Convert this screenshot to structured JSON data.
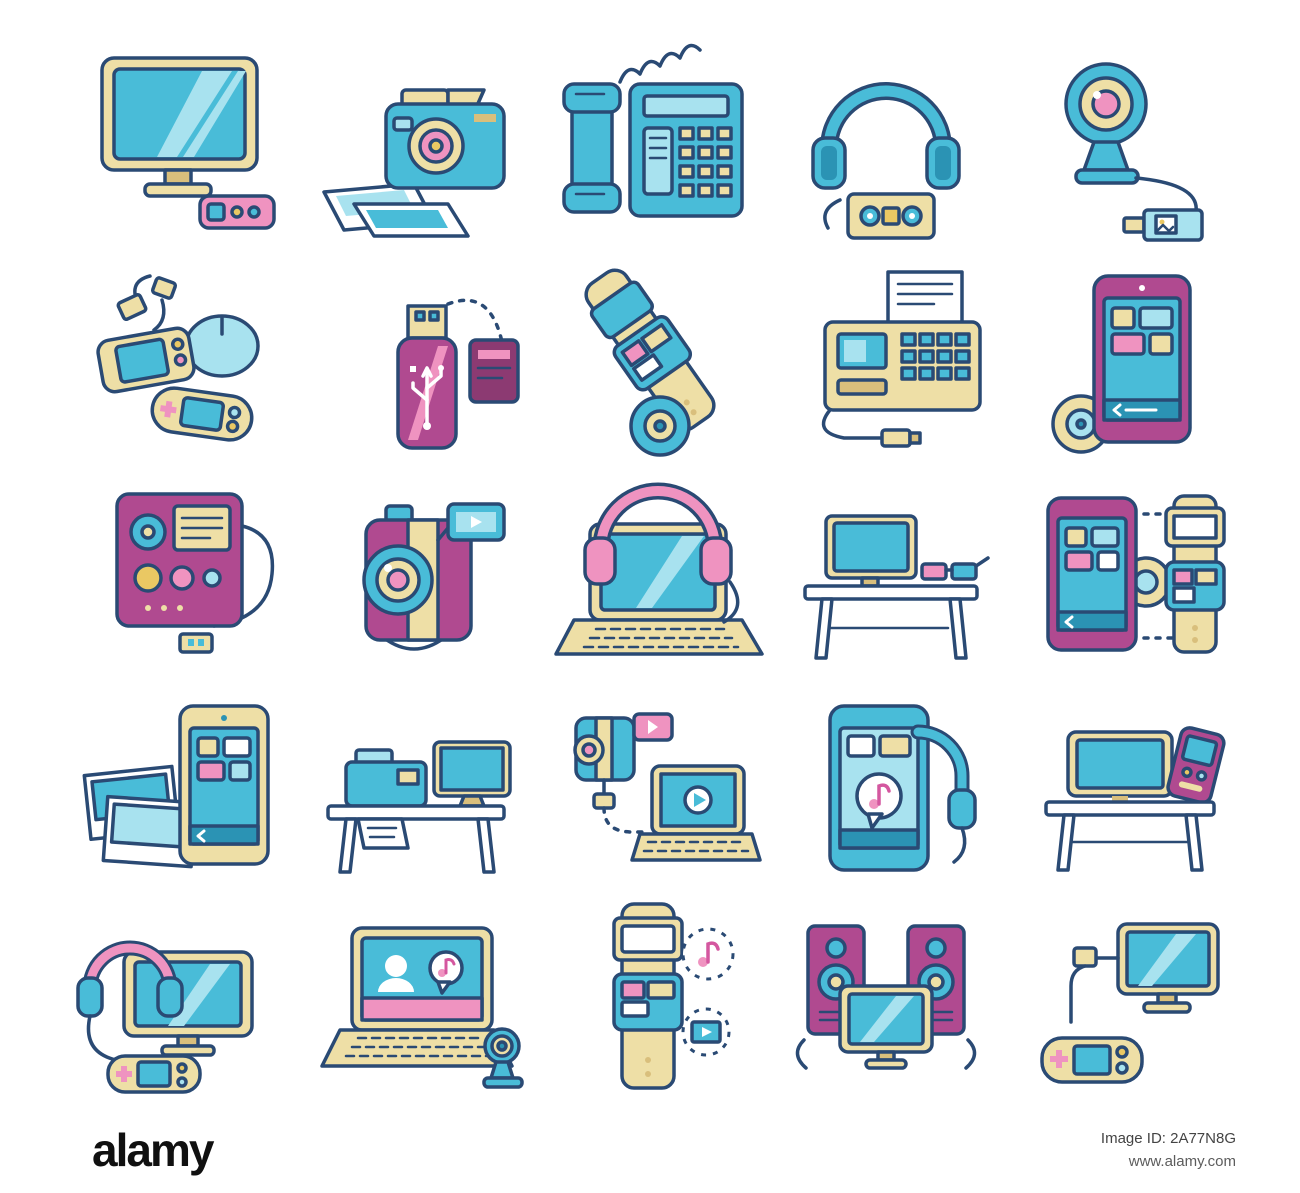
{
  "palette": {
    "teal": "#49bcd8",
    "teal_light": "#a8e2ef",
    "teal_dark": "#2b93b4",
    "cream": "#eedfa6",
    "cream_dark": "#d9bf7c",
    "pink": "#b04a90",
    "pink_light": "#ef93c0",
    "yellow": "#eac863",
    "outline": "#2a4a74",
    "background": "#ffffff"
  },
  "watermark": {
    "brand": "alamy",
    "image_id": "Image ID: 2A77N8G",
    "url": "www.alamy.com"
  },
  "icons": [
    {
      "name": "television-with-remote-control"
    },
    {
      "name": "photo-camera-with-printed-photos"
    },
    {
      "name": "landline-telephone"
    },
    {
      "name": "headphones-with-cassette-recorder"
    },
    {
      "name": "webcam-with-media-player"
    },
    {
      "name": "game-consoles-with-usb-cables"
    },
    {
      "name": "usb-flash-drive-with-memory-card"
    },
    {
      "name": "smartwatch-with-compact-disc"
    },
    {
      "name": "fax-machine-with-printed-document"
    },
    {
      "name": "smartphone-with-compact-disc"
    },
    {
      "name": "portable-radio-with-usb-cable"
    },
    {
      "name": "video-camcorder"
    },
    {
      "name": "laptop-with-headphones"
    },
    {
      "name": "desk-with-computer-and-3d-glasses"
    },
    {
      "name": "smartphone-synced-with-smartwatch"
    },
    {
      "name": "smartphone-with-printed-photos"
    },
    {
      "name": "desk-with-printer-and-monitor"
    },
    {
      "name": "camcorder-connected-to-laptop"
    },
    {
      "name": "smartphone-playing-music-with-headphones"
    },
    {
      "name": "desk-with-television-and-handheld-console"
    },
    {
      "name": "monitor-with-headphones-and-gamepad"
    },
    {
      "name": "laptop-video-call-with-webcam"
    },
    {
      "name": "smartwatch-with-music-and-video"
    },
    {
      "name": "stereo-speakers-with-television"
    },
    {
      "name": "monitor-connected-to-gamepad"
    }
  ]
}
